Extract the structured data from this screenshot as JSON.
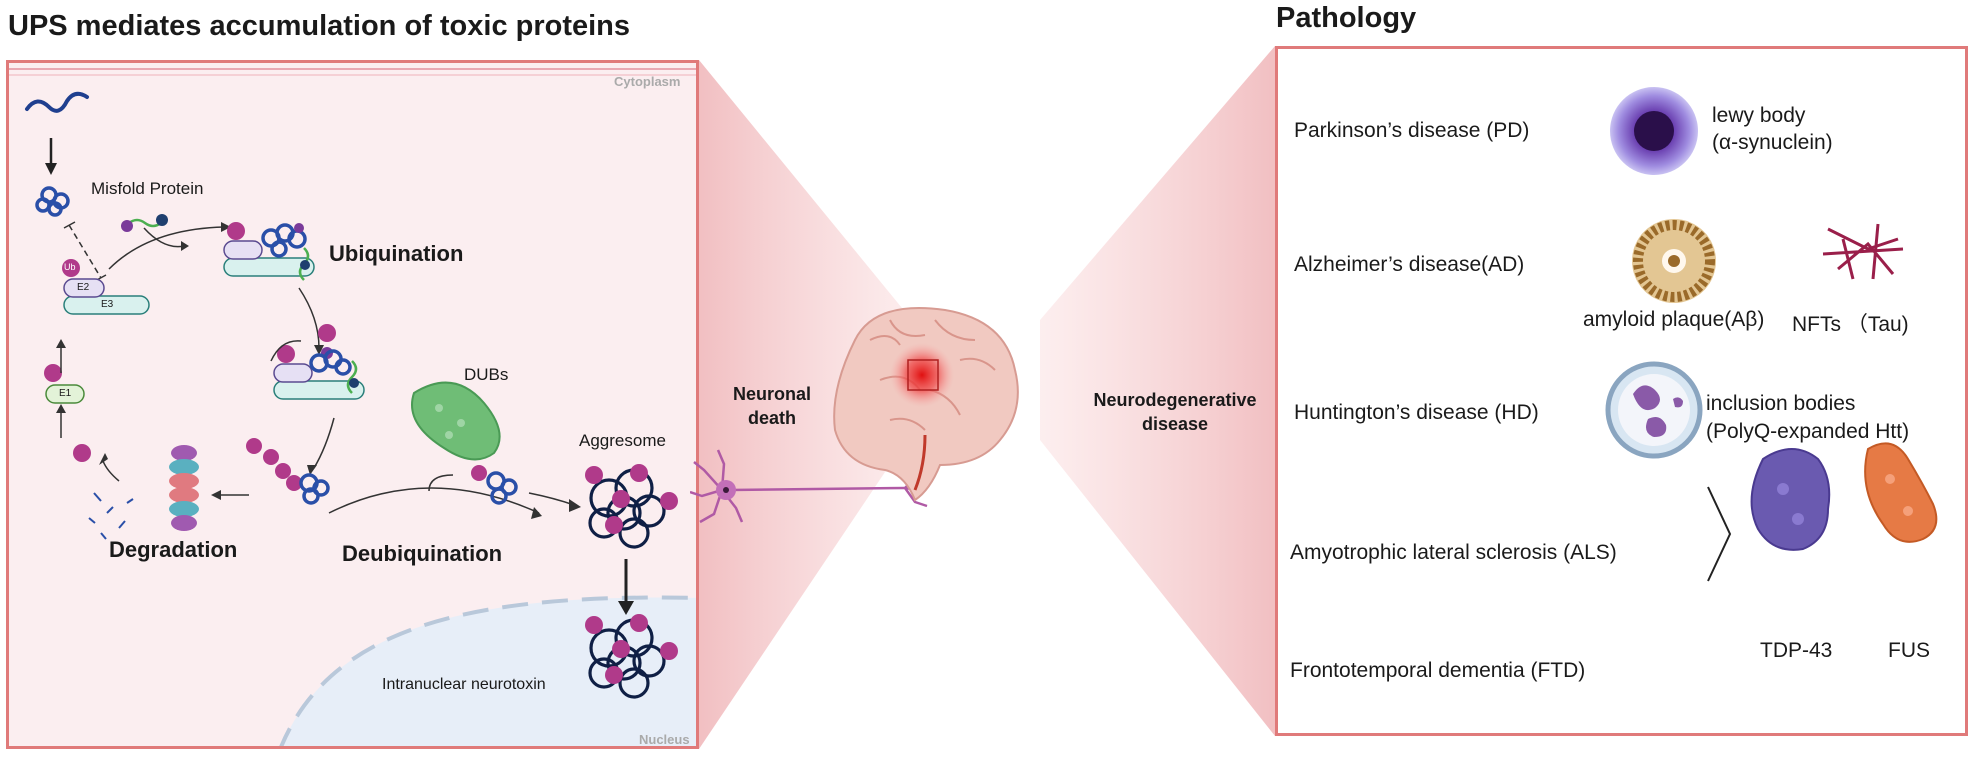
{
  "left": {
    "title": "UPS mediates accumulation of toxic proteins",
    "cytoplasm": "Cytoplasm",
    "nucleus": "Nucleus",
    "misfold": "Misfold Protein",
    "ubiquination": "Ubiquination",
    "dubs": "DUBs",
    "aggresome": "Aggresome",
    "degradation": "Degradation",
    "deubiquination": "Deubiquination",
    "intranuclear": "Intranuclear neurotoxin",
    "ub": "Ub",
    "e1": "E1",
    "e2": "E2",
    "e3": "E3"
  },
  "middle": {
    "neuronal_death": "Neuronal death",
    "neurodegenerative": "Neurodegenerative disease"
  },
  "right": {
    "title": "Pathology",
    "pd": "Parkinson’s disease (PD)",
    "lewy": "lewy body",
    "lewy_sub": "(α-synuclein)",
    "ad": "Alzheimer’s disease(AD)",
    "amyloid": "amyloid plaque(Aβ)",
    "nfts": "NFTs （Tau)",
    "hd": "Huntington’s disease (HD)",
    "inclusion": "inclusion bodies",
    "inclusion_sub": "(PolyQ-expanded Htt)",
    "als": "Amyotrophic lateral sclerosis (ALS)",
    "ftd": "Frontotemporal dementia (FTD)",
    "tdp43": "TDP-43",
    "fus": "FUS"
  },
  "colors": {
    "panel_border": "#e07a7a",
    "ubiquitin": "#b03a8a",
    "protein": "#2a4fa8",
    "dubs": "#5fb36a",
    "brain_spot": "#e02020"
  }
}
